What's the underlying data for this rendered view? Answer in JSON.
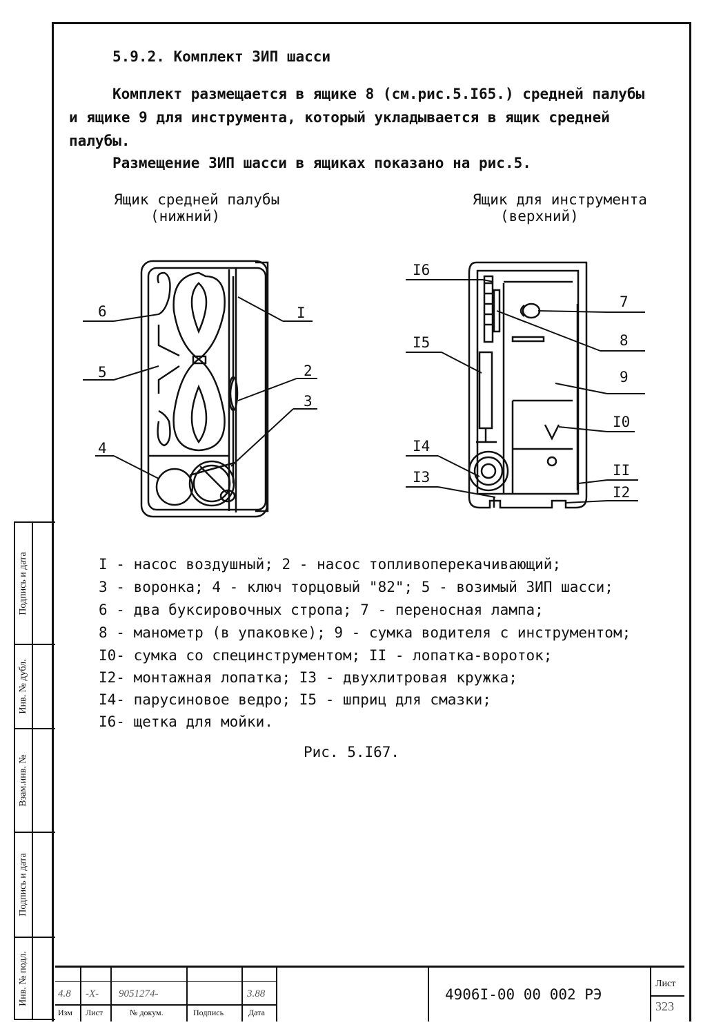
{
  "section_title": "5.9.2. Комплект ЗИП шасси",
  "paragraph": {
    "line1": "Комплект размещается в ящике 8 (см.рис.5.I65.) средней палубы",
    "line2": "и ящике 9 для инструмента, который укладывается в ящик средней",
    "line3": "палубы.",
    "line4": "Размещение ЗИП шасси в ящиках показано на рис.5."
  },
  "left_box": {
    "caption1": "Ящик средней палубы",
    "caption2": "(нижний)",
    "labels": [
      "6",
      "5",
      "4",
      "I",
      "2",
      "3"
    ]
  },
  "right_box": {
    "caption1": "Ящик для инструмента",
    "caption2": "(верхний)",
    "labels": [
      "I6",
      "I5",
      "I4",
      "I3",
      "7",
      "8",
      "9",
      "I0",
      "II",
      "I2"
    ]
  },
  "legend": [
    "I - насос воздушный; 2 - насос топливоперекачивающий;",
    "3 - воронка; 4 - ключ торцовый \"82\"; 5 - возимый ЗИП шасси;",
    "6 - два буксировочных стропа; 7 - переносная лампа;",
    "8 - манометр (в упаковке); 9 - сумка водителя с инструментом;",
    "I0- сумка со специнструментом; II - лопатка-вороток;",
    "I2- монтажная лопатка; I3 - двухлитровая кружка;",
    "I4- парусиновое ведро; I5 - шприц для смазки;",
    "I6- щетка для мойки."
  ],
  "figure_caption": "Рис. 5.I67.",
  "sidebar": [
    "Подпись и дата",
    "Инв. № дубл.",
    "Взам.инв. №",
    "Подпись и дата",
    "Инв. № подл."
  ],
  "stamp": {
    "col_labels": [
      "Изм",
      "Лист",
      "№ докум.",
      "Подпись",
      "Дата"
    ],
    "hand": [
      "4.8",
      "-Х-",
      "9051274-",
      "",
      "3.88"
    ],
    "doc_number": "4906I-00 00 002 РЭ",
    "sheet_label": "Лист",
    "sheet_number": "323"
  }
}
